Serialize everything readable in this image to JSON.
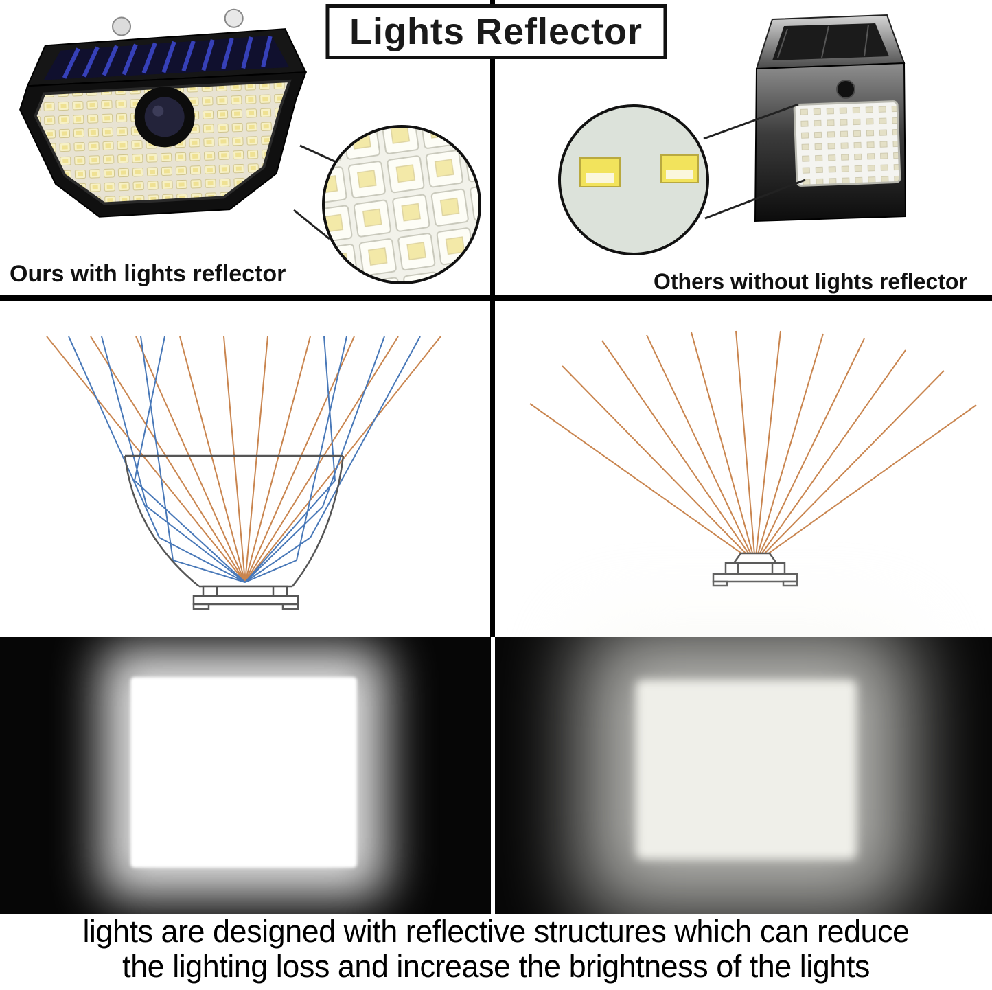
{
  "title": "Lights Reflector",
  "comparison": {
    "left_caption": "Ours with lights reflector",
    "right_caption": "Others without lights reflector"
  },
  "footer": {
    "line1": "lights are designed with reflective structures  which can reduce",
    "line2": "the lighting loss and increase the brightness of the lights"
  },
  "colors": {
    "ray_orange": "#c9854f",
    "ray_blue": "#4878b8",
    "led_yellow": "#f2e35c",
    "divider": "#000000",
    "solar_panel_blue": "#3640b8"
  }
}
